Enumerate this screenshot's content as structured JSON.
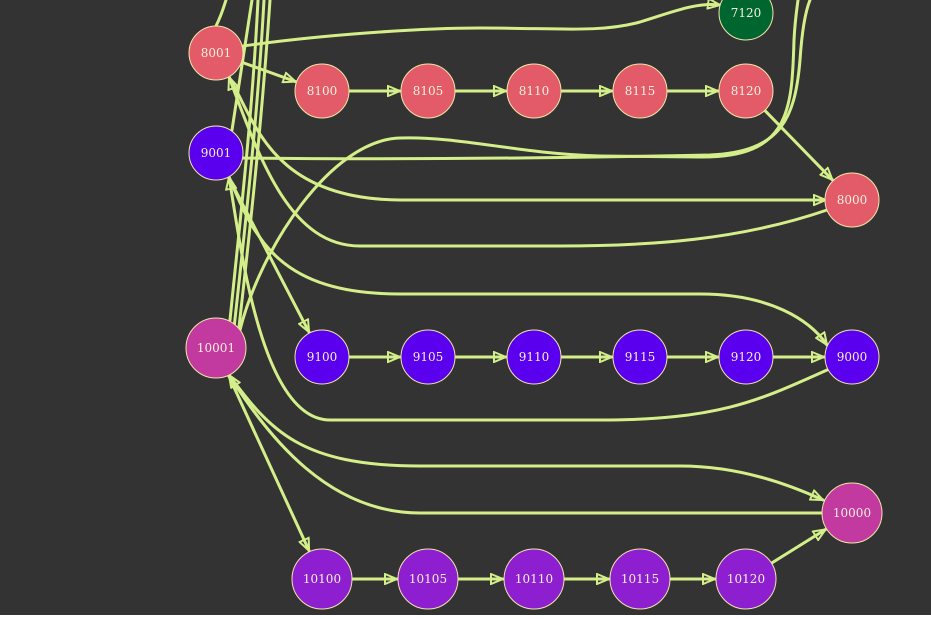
{
  "diagram": {
    "background": "#333333",
    "edge_color": "#d4ef8a",
    "node_stroke": "#f0e6a8",
    "groups": {
      "group_7000": {
        "color": "#00662f",
        "labels": [
          "7120"
        ]
      },
      "group_8000": {
        "color": "#e35b69",
        "labels": [
          "8001",
          "8100",
          "8105",
          "8110",
          "8115",
          "8120",
          "8000"
        ]
      },
      "group_9000": {
        "color": "#5a00ee",
        "labels": [
          "9001",
          "9100",
          "9105",
          "9110",
          "9115",
          "9120",
          "9000"
        ]
      },
      "group_10000_hub": {
        "color": "#c23aa0",
        "labels": [
          "10001",
          "10000"
        ]
      },
      "group_10000_chain": {
        "color": "#8e1fd1",
        "labels": [
          "10100",
          "10105",
          "10110",
          "10115",
          "10120"
        ]
      }
    },
    "nodes": [
      {
        "id": "n7120",
        "label": "7120"
      },
      {
        "id": "n8001",
        "label": "8001"
      },
      {
        "id": "n8100",
        "label": "8100"
      },
      {
        "id": "n8105",
        "label": "8105"
      },
      {
        "id": "n8110",
        "label": "8110"
      },
      {
        "id": "n8115",
        "label": "8115"
      },
      {
        "id": "n8120",
        "label": "8120"
      },
      {
        "id": "n8000",
        "label": "8000"
      },
      {
        "id": "n9001",
        "label": "9001"
      },
      {
        "id": "n9100",
        "label": "9100"
      },
      {
        "id": "n9105",
        "label": "9105"
      },
      {
        "id": "n9110",
        "label": "9110"
      },
      {
        "id": "n9115",
        "label": "9115"
      },
      {
        "id": "n9120",
        "label": "9120"
      },
      {
        "id": "n9000",
        "label": "9000"
      },
      {
        "id": "n10001",
        "label": "10001"
      },
      {
        "id": "n10100",
        "label": "10100"
      },
      {
        "id": "n10105",
        "label": "10105"
      },
      {
        "id": "n10110",
        "label": "10110"
      },
      {
        "id": "n10115",
        "label": "10115"
      },
      {
        "id": "n10120",
        "label": "10120"
      },
      {
        "id": "n10000",
        "label": "10000"
      }
    ],
    "edges": [
      {
        "from": "8001",
        "to": "8100"
      },
      {
        "from": "8100",
        "to": "8105"
      },
      {
        "from": "8105",
        "to": "8110"
      },
      {
        "from": "8110",
        "to": "8115"
      },
      {
        "from": "8115",
        "to": "8120"
      },
      {
        "from": "8120",
        "to": "8000"
      },
      {
        "from": "8001",
        "to": "8000"
      },
      {
        "from": "8000",
        "to": "8001"
      },
      {
        "from": "8001",
        "to": "7120"
      },
      {
        "from": "9001",
        "to": "9100"
      },
      {
        "from": "9100",
        "to": "9105"
      },
      {
        "from": "9105",
        "to": "9110"
      },
      {
        "from": "9110",
        "to": "9115"
      },
      {
        "from": "9115",
        "to": "9120"
      },
      {
        "from": "9120",
        "to": "9000"
      },
      {
        "from": "9001",
        "to": "9000"
      },
      {
        "from": "9000",
        "to": "9001"
      },
      {
        "from": "10001",
        "to": "10100"
      },
      {
        "from": "10100",
        "to": "10105"
      },
      {
        "from": "10105",
        "to": "10110"
      },
      {
        "from": "10110",
        "to": "10115"
      },
      {
        "from": "10115",
        "to": "10120"
      },
      {
        "from": "10120",
        "to": "10000"
      },
      {
        "from": "10001",
        "to": "10000"
      },
      {
        "from": "10000",
        "to": "10001"
      }
    ]
  }
}
